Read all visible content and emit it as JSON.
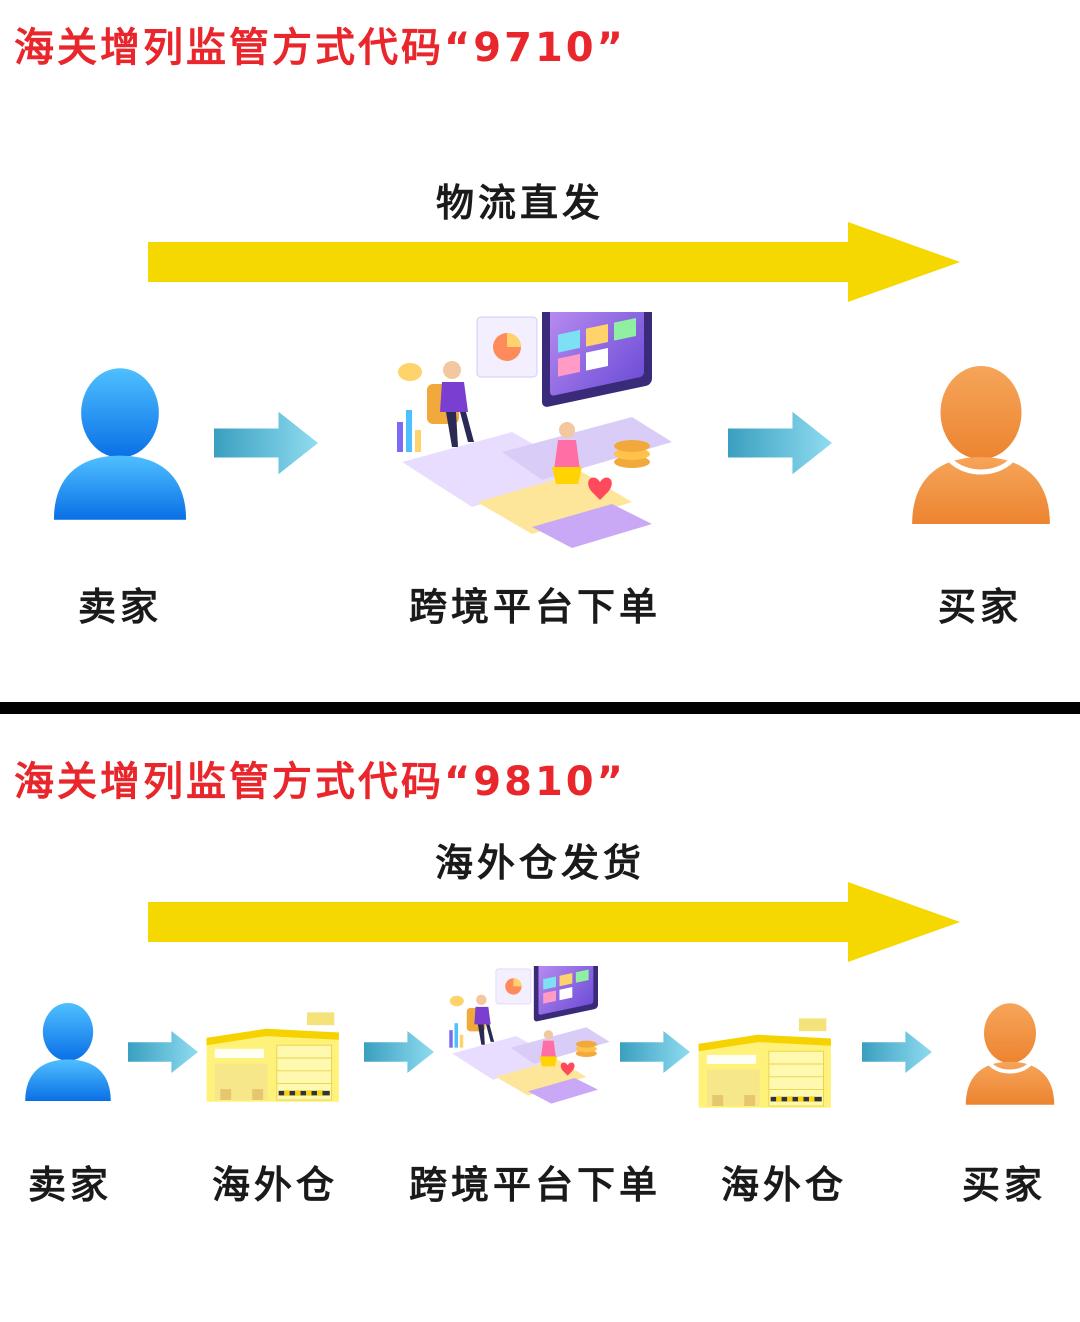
{
  "section_9710": {
    "title": "海关增列监管方式代码“9710”",
    "banner": "物流直发",
    "nodes": {
      "seller": "卖家",
      "platform": "跨境平台下单",
      "buyer": "买家"
    }
  },
  "section_9810": {
    "title": "海关增列监管方式代码“9810”",
    "banner": "海外仓发货",
    "nodes": {
      "seller": "卖家",
      "warehouse_1": "海外仓",
      "platform": "跨境平台下单",
      "warehouse_2": "海外仓",
      "buyer": "买家"
    }
  },
  "colors": {
    "title_red": "#e8262b",
    "banner_yellow": "#f5d800",
    "seller_blue": "#1e8ff0",
    "buyer_orange": "#f0903a",
    "flow_arrow_blue": "#5bbfd6",
    "divider_black": "#000000"
  },
  "icons": [
    "seller-person-icon",
    "buyer-person-icon",
    "flow-arrow-icon",
    "platform-illustration",
    "warehouse-icon"
  ]
}
